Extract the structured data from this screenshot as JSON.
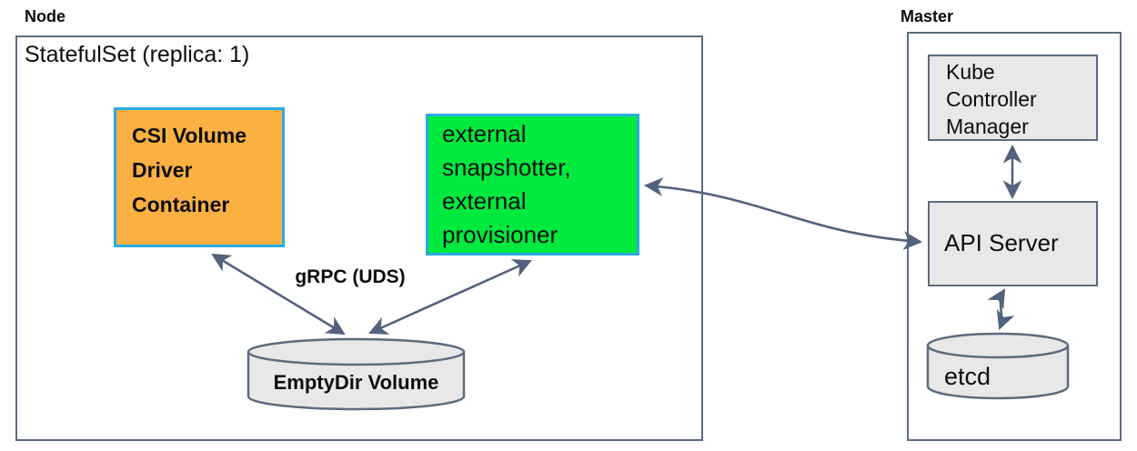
{
  "node": {
    "label": "Node",
    "statefulset_label": "StatefulSet (replica: 1)",
    "csi_driver_label": "CSI Volume\nDriver\nContainer",
    "sidecars_label": "external\nsnapshotter,\nexternal\nprovisioner",
    "grpc_label": "gRPC (UDS)",
    "emptydir_label": "EmptyDir Volume"
  },
  "master": {
    "label": "Master",
    "kube_controller_manager_label": "Kube\nController\nManager",
    "api_server_label": "API Server",
    "etcd_label": "etcd"
  },
  "colors": {
    "box_border": "#5c6b80",
    "gray_fill": "#e8e8e8",
    "orange_fill": "#fbb042",
    "green_fill": "#00e93e",
    "cyan_border": "#29abe2",
    "arrow": "#53627c"
  }
}
